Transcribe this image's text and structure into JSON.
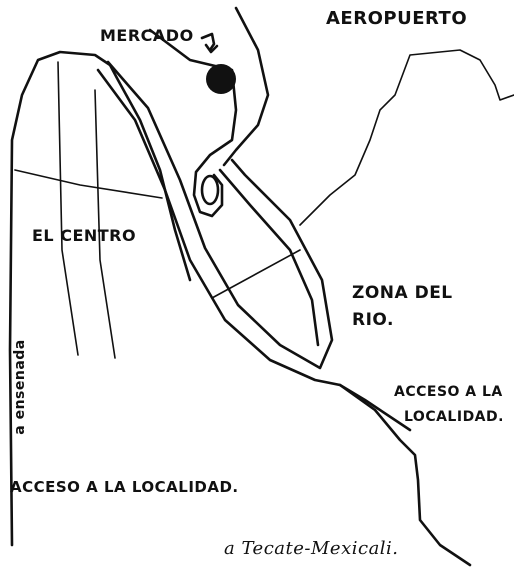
{
  "labels": {
    "mercado": "MERCADO",
    "aeropuerto": "AEROPUERTO",
    "el_centro": "EL CENTRO",
    "zona_del_rio_line1": "ZONA DEL",
    "zona_del_rio_line2": "RIO.",
    "acceso_right_line1": "ACCESO A LA",
    "acceso_right_line2": "LOCALIDAD.",
    "acceso_bottom": "ACCESO A LA LOCALIDAD.",
    "a_ensenada": "a ensenada",
    "a_tecate_mexicali": "a Tecate-Mexicali."
  },
  "colors": {
    "ink": "#111111",
    "background": "#ffffff"
  },
  "icons": {
    "mercado_marker": "filled-circle",
    "mercado_pointer": "curved-arrow-down"
  }
}
